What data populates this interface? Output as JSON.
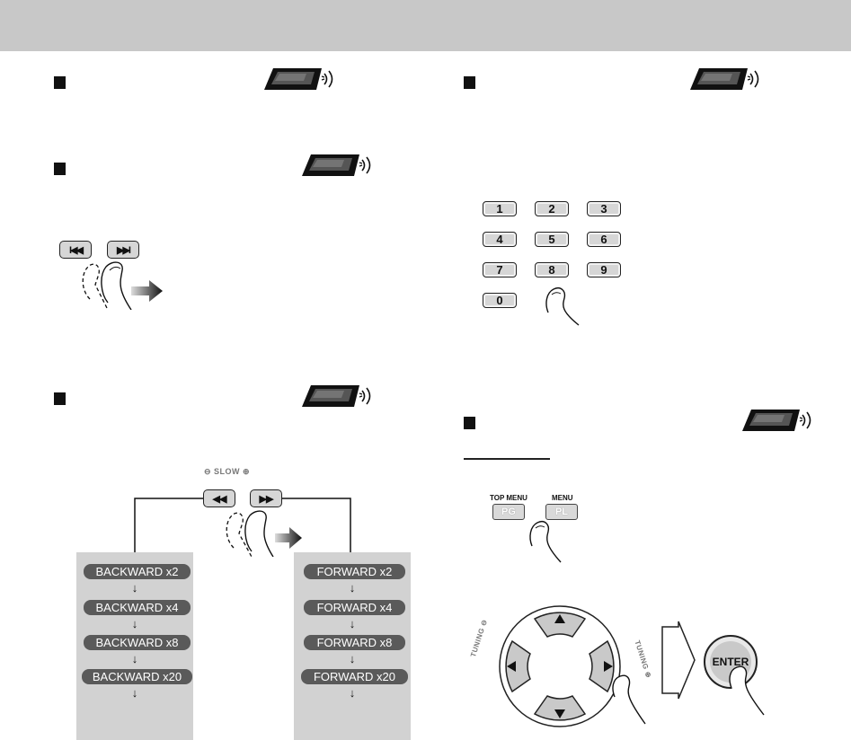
{
  "numeric_keys": [
    "1",
    "2",
    "3",
    "4",
    "5",
    "6",
    "7",
    "8",
    "9",
    "0"
  ],
  "slow_label": "⊖ SLOW ⊕",
  "backward_steps": [
    "BACKWARD x2",
    "BACKWARD x4",
    "BACKWARD x8",
    "BACKWARD x20"
  ],
  "forward_steps": [
    "FORWARD x2",
    "FORWARD x4",
    "FORWARD x8",
    "FORWARD x20"
  ],
  "top_menu_label": "TOP MENU",
  "menu_label": "MENU",
  "pg_key": "PG",
  "pl_key": "PL",
  "enter_label": "ENTER",
  "tuning_left": "TUNING ⊖",
  "tuning_right": "TUNING ⊕",
  "skip_back_glyph": "I◀◀",
  "skip_fwd_glyph": "▶▶I",
  "rew_glyph": "◀◀",
  "ff_glyph": "▶▶",
  "colors": {
    "header_bar": "#c8c8c8",
    "panel": "#d2d2d2",
    "pill": "#5a5a5a"
  }
}
